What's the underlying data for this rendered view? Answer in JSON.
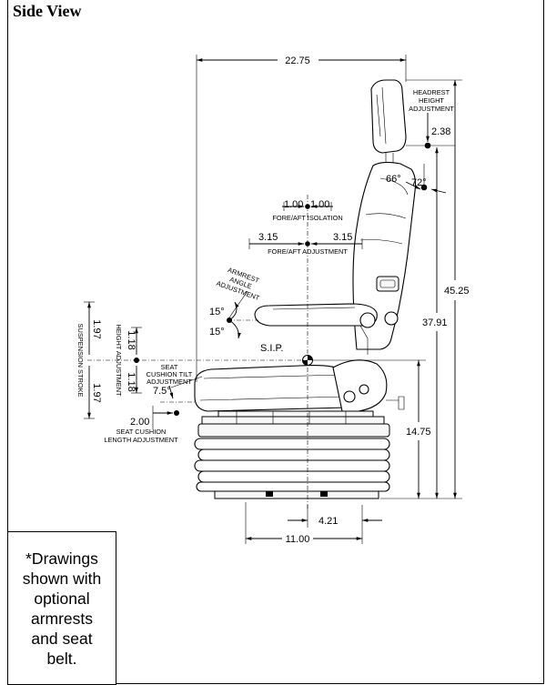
{
  "title": "Side View",
  "note": [
    "*Drawings",
    "shown with",
    "optional",
    "armrests",
    "and seat",
    "belt."
  ],
  "dimensions": {
    "overall_depth": "22.75",
    "headrest_label": [
      "HEADREST",
      "HEIGHT",
      "ADJUSTMENT"
    ],
    "headrest_height": "2.38",
    "back_angle_front": "66°",
    "back_angle_rear": "72°",
    "fore_aft_isolation_left": "1.00",
    "fore_aft_isolation_right": "1.00",
    "fore_aft_isolation_label": "FORE/AFT ISOLATION",
    "fore_aft_adjust_left": "3.15",
    "fore_aft_adjust_right": "3.15",
    "fore_aft_adjust_label": "FORE/AFT ADJUSTMENT",
    "overall_height": "45.25",
    "sip_height": "37.91",
    "armrest_label": [
      "ARMREST",
      "ANGLE",
      "ADJUSTMENT"
    ],
    "armrest_up": "15°",
    "armrest_down": "15°",
    "sip_label": "S.I.P.",
    "suspension_upper": "1.97",
    "suspension_lower": "1.97",
    "suspension_label": "SUSPENSION STROKE",
    "height_upper": "1.18",
    "height_lower": "1.18",
    "height_label": "HEIGHT ADJUSTMENT",
    "tilt_label": [
      "SEAT",
      "CUSHION TILT",
      "ADJUSTMENT"
    ],
    "tilt_angle": "7.5°",
    "cushion_length": "2.00",
    "cushion_label": [
      "SEAT CUSHION",
      "LENGTH ADJUSTMENT"
    ],
    "base_height": "14.75",
    "rear_offset": "4.21",
    "base_width": "11.00"
  }
}
